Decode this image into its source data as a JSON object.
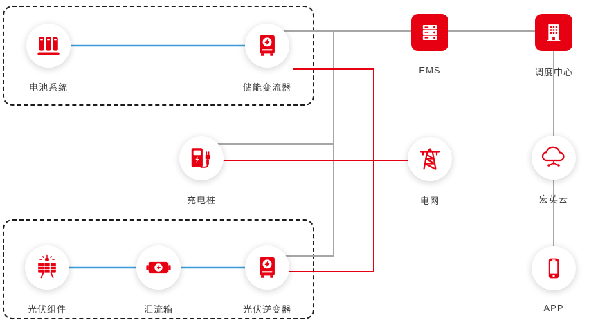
{
  "diagram_title": "energy-storage-system-topology",
  "nodes": {
    "battery": {
      "label": "电池系统"
    },
    "pcs": {
      "label": "储能变流器"
    },
    "pv": {
      "label": "光伏组件"
    },
    "combiner": {
      "label": "汇流箱"
    },
    "inverter": {
      "label": "光伏逆变器"
    },
    "charger": {
      "label": "充电桩"
    },
    "grid": {
      "label": "电网"
    },
    "ems": {
      "label": "EMS"
    },
    "dispatch": {
      "label": "调度中心"
    },
    "cloud": {
      "label": "宏英云"
    },
    "app": {
      "label": "APP"
    }
  },
  "colors": {
    "accent_red": "#e60012",
    "line_gray": "#a6a6a6",
    "line_blue": "#3d9bd9",
    "label_text": "#3c3c3c",
    "dashed_border": "#1c1c1c",
    "background": "#ffffff"
  },
  "connections": {
    "blue_power_internal": [
      "battery—pcs",
      "pv—combiner—inverter"
    ],
    "gray_signal": [
      "pcs—EMS—dispatch",
      "charger—signal-bus",
      "inverter—signal-bus",
      "dispatch—cloud",
      "cloud—app"
    ],
    "red_power": [
      "pcs—grid",
      "inverter—grid",
      "charger—grid"
    ]
  }
}
